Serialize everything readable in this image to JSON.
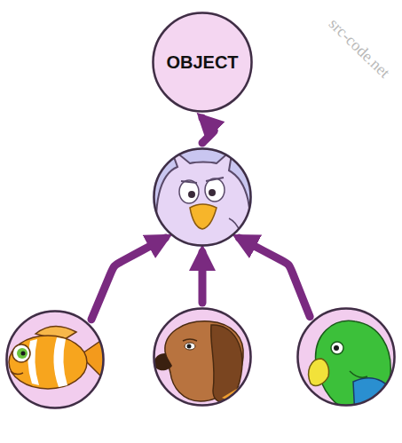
{
  "diagram": {
    "nodes": [
      {
        "text": [
          "OBJECT"
        ]
      },
      {
        "text": []
      },
      {
        "text": []
      },
      {
        "text": []
      },
      {
        "text": []
      }
    ],
    "edges": [
      {
        "from": 1,
        "to": 0,
        "arrow": "to"
      },
      {
        "from": 2,
        "to": 1,
        "arrow": "to"
      },
      {
        "from": 3,
        "to": 1,
        "arrow": "to"
      },
      {
        "from": 4,
        "to": 1,
        "arrow": "to"
      }
    ],
    "labels": [
      "src-code.net"
    ]
  }
}
